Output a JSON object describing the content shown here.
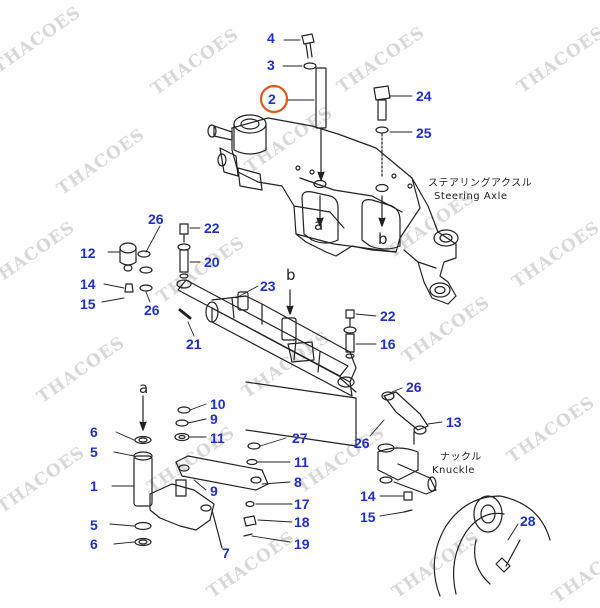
{
  "watermark": "THACOES",
  "labels": {
    "item_1": "1",
    "item_2": "2",
    "item_3": "3",
    "item_4": "4",
    "item_5a": "5",
    "item_5b": "5",
    "item_6a": "6",
    "item_6b": "6",
    "item_7": "7",
    "item_8": "8",
    "item_9a": "9",
    "item_9b": "9",
    "item_10": "10",
    "item_11a": "11",
    "item_11b": "11",
    "item_12": "12",
    "item_13": "13",
    "item_14a": "14",
    "item_14b": "14",
    "item_15a": "15",
    "item_15b": "15",
    "item_16": "16",
    "item_17": "17",
    "item_18": "18",
    "item_19": "19",
    "item_20": "20",
    "item_21": "21",
    "item_22a": "22",
    "item_22b": "22",
    "item_23": "23",
    "item_24": "24",
    "item_25": "25",
    "item_26a": "26",
    "item_26b": "26",
    "item_26c": "26",
    "item_26d": "26",
    "item_27": "27",
    "item_28": "28"
  },
  "letters": {
    "a_top": "a",
    "b_top": "b",
    "a_cast": "a",
    "b_cast": "b"
  },
  "notes": {
    "steering_axle_jp": "ステアリングアクスル",
    "steering_axle_en": "Steering Axle",
    "knuckle_jp": "ナックル",
    "knuckle_en": "Knuckle"
  },
  "colors": {
    "label": "#1f2fd0",
    "highlight": "#e05a1c",
    "line": "#222222",
    "watermark": "#d2d2d2"
  }
}
